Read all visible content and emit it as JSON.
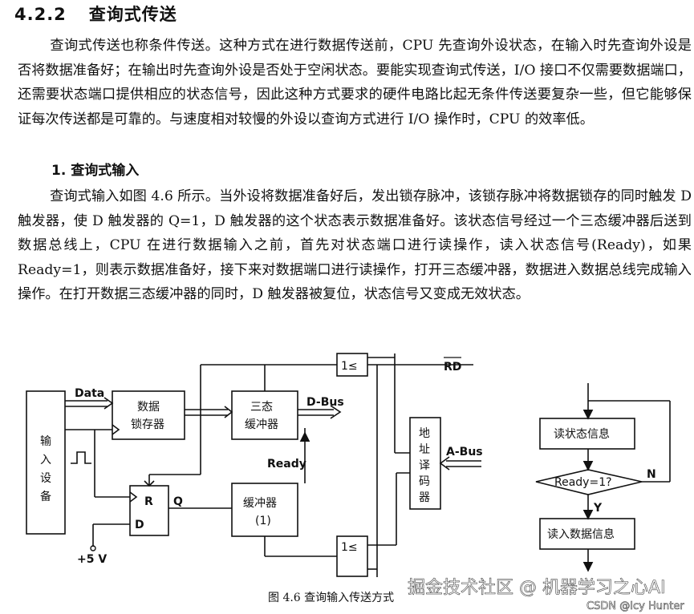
{
  "section": {
    "number": "4.2.2",
    "title": "查询式传送"
  },
  "paragraphs": {
    "intro": "查询式传送也称条件传送。这种方式在进行数据传送前，CPU 先查询外设状态，在输入时先查询外设是否将数据准备好；在输出时先查询外设是否处于空闲状态。要能实现查询式传送，I/O 接口不仅需要数据端口，还需要状态端口提供相应的状态信号，因此这种方式要求的硬件电路比起无条件传送要复杂一些，但它能够保证每次传送都是可靠的。与速度相对较慢的外设以查询方式进行 I/O 操作时，CPU 的效率低。",
    "input": "查询式输入如图 4.6 所示。当外设将数据准备好后，发出锁存脉冲，该锁存脉冲将数据锁存的同时触发 D 触发器，使 D 触发器的 Q=1，D 触发器的这个状态表示数据准备好。该状态信号经过一个三态缓冲器后送到数据总线上，CPU 在进行数据输入之前，首先对状态端口进行读操作，读入状态信号(Ready)，如果 Ready=1，则表示数据准备好，接下来对数据端口进行读操作，打开三态缓冲器，数据进入数据总线完成输入操作。在打开数据三态缓冲器的同时，D 触发器被复位，状态信号又变成无效状态。"
  },
  "subsection": "1. 查询式输入",
  "diagram": {
    "input_device": [
      "输",
      "入",
      "设",
      "备"
    ],
    "data_label": "Data",
    "latch": [
      "数据",
      "锁存器"
    ],
    "tristate": [
      "三态",
      "缓冲器"
    ],
    "dbus_label": "D-Bus",
    "gate_label": "1≤",
    "rd_label": "RD",
    "decoder": [
      "地",
      "址",
      "译",
      "码",
      "器"
    ],
    "abus_label": "A-Bus",
    "ready_label": "Ready",
    "buffer": [
      "缓冲器",
      "(1)"
    ],
    "ff_r": "R",
    "ff_q": "Q",
    "ff_d": "D",
    "power": "+5 V",
    "caption": "图 4.6   查询输入传送方式"
  },
  "flowchart": {
    "read_status": "读状态信息",
    "decision": "Ready=1?",
    "yes": "Y",
    "no": "N",
    "read_data": "读入数据信息"
  },
  "watermarks": {
    "juejin": "掘金技术社区 @ 机器学习之心AI",
    "csdn": "CSDN @Icy Hunter"
  }
}
